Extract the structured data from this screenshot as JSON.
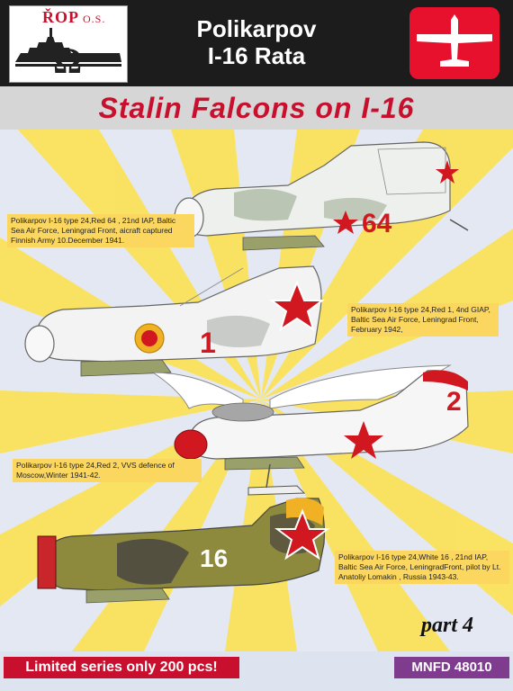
{
  "header": {
    "brand": "ŘOP",
    "brand_suffix": "O.S.",
    "title_line1": "Polikarpov",
    "title_line2": "I-16 Rata",
    "icon": "plane-icon"
  },
  "subtitle": "Stalin Falcons on I-16",
  "aircraft": [
    {
      "caption": "Polikarpov I-16 type 24,Red 64 , 21nd IAP, Baltic Sea Air Force, Leningrad Front, aicraft captured Finnish Army 10.December 1941.",
      "number": "64"
    },
    {
      "caption": "Polikarpov I-16 type 24,Red 1, 4nd GIAP, Baltic Sea Air Force, Leningrad Front, February 1942,",
      "number": "1"
    },
    {
      "caption": "Polikarpov I-16 type 24,Red 2, VVS defence of Moscow,Winter 1941-42.",
      "number": "2"
    },
    {
      "caption": "Polikarpov I-16 type 24,White 16 , 21nd IAP, Baltic Sea Air Force, LeningradFront, pilot by Lt. Anatoliy Lomakin , Russia 1943-43.",
      "number": "16"
    }
  ],
  "part_label": "part 4",
  "footer": {
    "limited": "Limited series only 200 pcs!",
    "code": "MNFD 48010"
  },
  "colors": {
    "red": "#c8102e",
    "yellow": "#fbe25a",
    "purple": "#7f3b8e"
  }
}
